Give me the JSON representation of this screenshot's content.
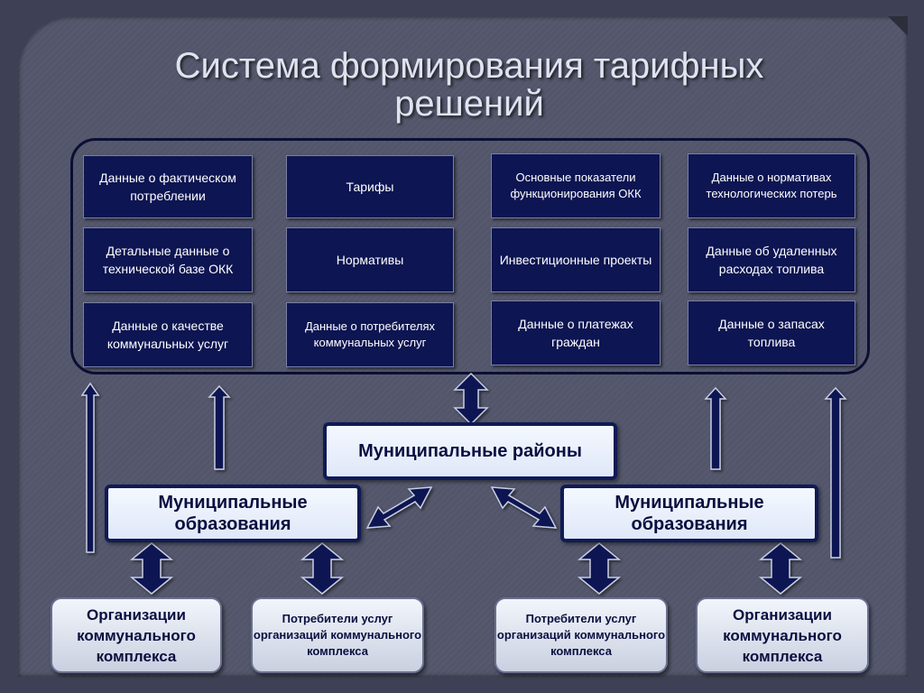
{
  "title": "Система формирования тарифных решений",
  "colors": {
    "tile_fill": "#0d1552",
    "arrow_fill": "#0d1552",
    "background": "#53566b"
  },
  "data_tiles": {
    "col1": [
      "Данные о фактическом потреблении",
      "Детальные данные о технической базе ОКК",
      "Данные о качестве коммунальных услуг"
    ],
    "col2": [
      "Тарифы",
      "Нормативы",
      "Данные о потребителях коммунальных услуг"
    ],
    "col3": [
      "Основные показатели функционирования ОКК",
      "Инвестиционные проекты",
      "Данные о платежах граждан"
    ],
    "col4": [
      "Данные о нормативах технологических потерь",
      "Данные об удаленных расходах топлива",
      "Данные о запасах топлива"
    ]
  },
  "municipal_districts": "Муниципальные районы",
  "municipal_formations_left": "Муниципальные образования",
  "municipal_formations_right": "Муниципальные образования",
  "bottom": {
    "org_left": "Организации коммунального комплекса",
    "consumers_left": "Потребители услуг организаций коммунального комплекса",
    "consumers_right": "Потребители услуг организаций коммунального комплекса",
    "org_right": "Организации коммунального комплекса"
  }
}
